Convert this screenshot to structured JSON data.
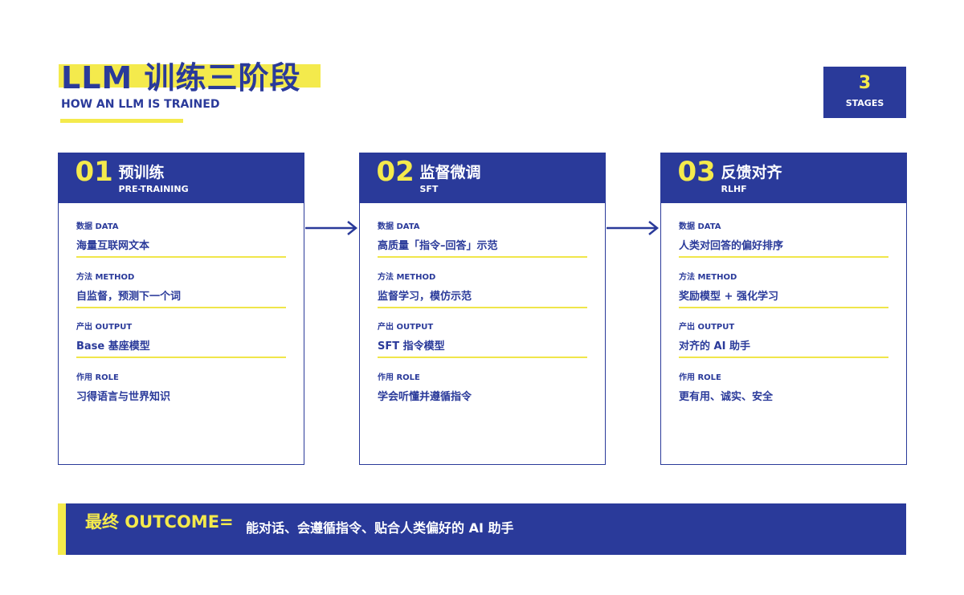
{
  "header": {
    "title": "LLM 训练三阶段",
    "subtitle": "HOW AN LLM IS TRAINED"
  },
  "badge": {
    "number": "3",
    "label": "STAGES"
  },
  "stages": [
    {
      "num": "01",
      "title": "预训练",
      "subtitle": "PRE-TRAINING",
      "rows": [
        {
          "label": "数据 DATA",
          "value": "海量互联网文本"
        },
        {
          "label": "方法 METHOD",
          "value": "自监督，预测下一个词"
        },
        {
          "label": "产出 OUTPUT",
          "value": "Base 基座模型"
        },
        {
          "label": "作用 ROLE",
          "value": "习得语言与世界知识"
        }
      ]
    },
    {
      "num": "02",
      "title": "监督微调",
      "subtitle": "SFT",
      "rows": [
        {
          "label": "数据 DATA",
          "value": "高质量「指令–回答」示范"
        },
        {
          "label": "方法 METHOD",
          "value": "监督学习，模仿示范"
        },
        {
          "label": "产出 OUTPUT",
          "value": "SFT 指令模型"
        },
        {
          "label": "作用 ROLE",
          "value": "学会听懂并遵循指令"
        }
      ]
    },
    {
      "num": "03",
      "title": "反馈对齐",
      "subtitle": "RLHF",
      "rows": [
        {
          "label": "数据 DATA",
          "value": "人类对回答的偏好排序"
        },
        {
          "label": "方法 METHOD",
          "value": "奖励模型 + 强化学习"
        },
        {
          "label": "产出 OUTPUT",
          "value": "对齐的 AI 助手"
        },
        {
          "label": "作用 ROLE",
          "value": "更有用、诚实、安全"
        }
      ]
    }
  ],
  "outcome": {
    "label": "最终 OUTCOME=",
    "text": "能对话、会遵循指令、贴合人类偏好的 AI 助手"
  },
  "colors": {
    "navy": "#2a3a9a",
    "yellow": "#f4ea4c",
    "white": "#ffffff"
  },
  "icons": {
    "arrow": "arrow-right-icon"
  }
}
